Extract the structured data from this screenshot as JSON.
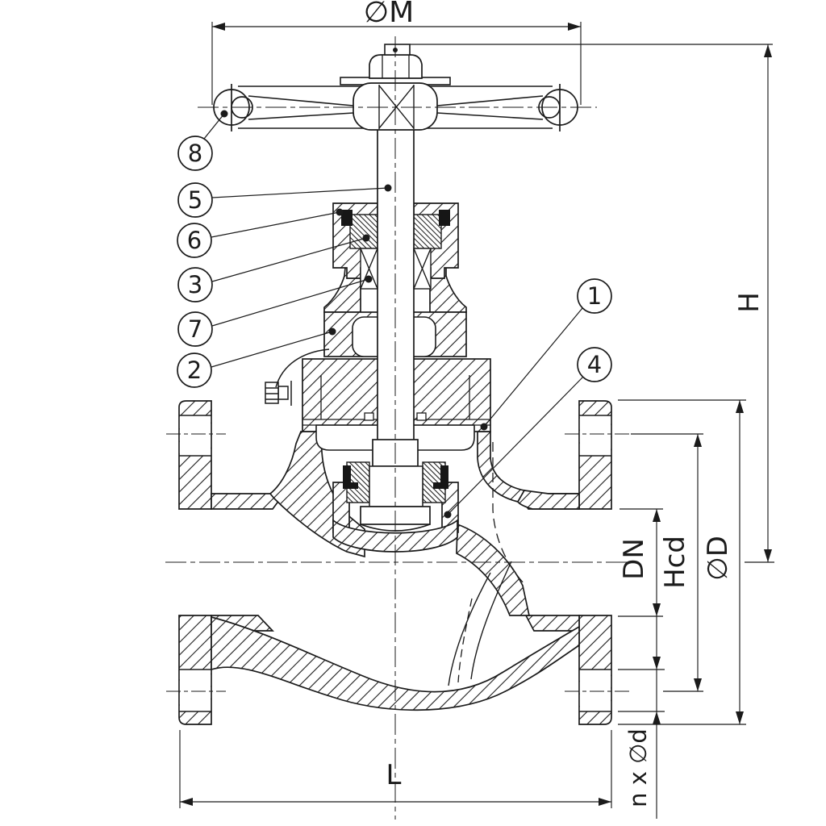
{
  "drawing": {
    "kind": "globe-valve-sectional-technical-drawing",
    "labels": {
      "wheel_diameter": "∅M",
      "total_height": "H",
      "flange_diameter": "∅D",
      "bolt_circle_diameter": "Hcd",
      "nominal_diameter": "DN",
      "bolt_holes": "n x ∅d",
      "face_to_face_length": "L"
    },
    "callouts": {
      "c1": "1",
      "c2": "2",
      "c3": "3",
      "c4": "4",
      "c5": "5",
      "c6": "6",
      "c7": "7",
      "c8": "8"
    }
  }
}
